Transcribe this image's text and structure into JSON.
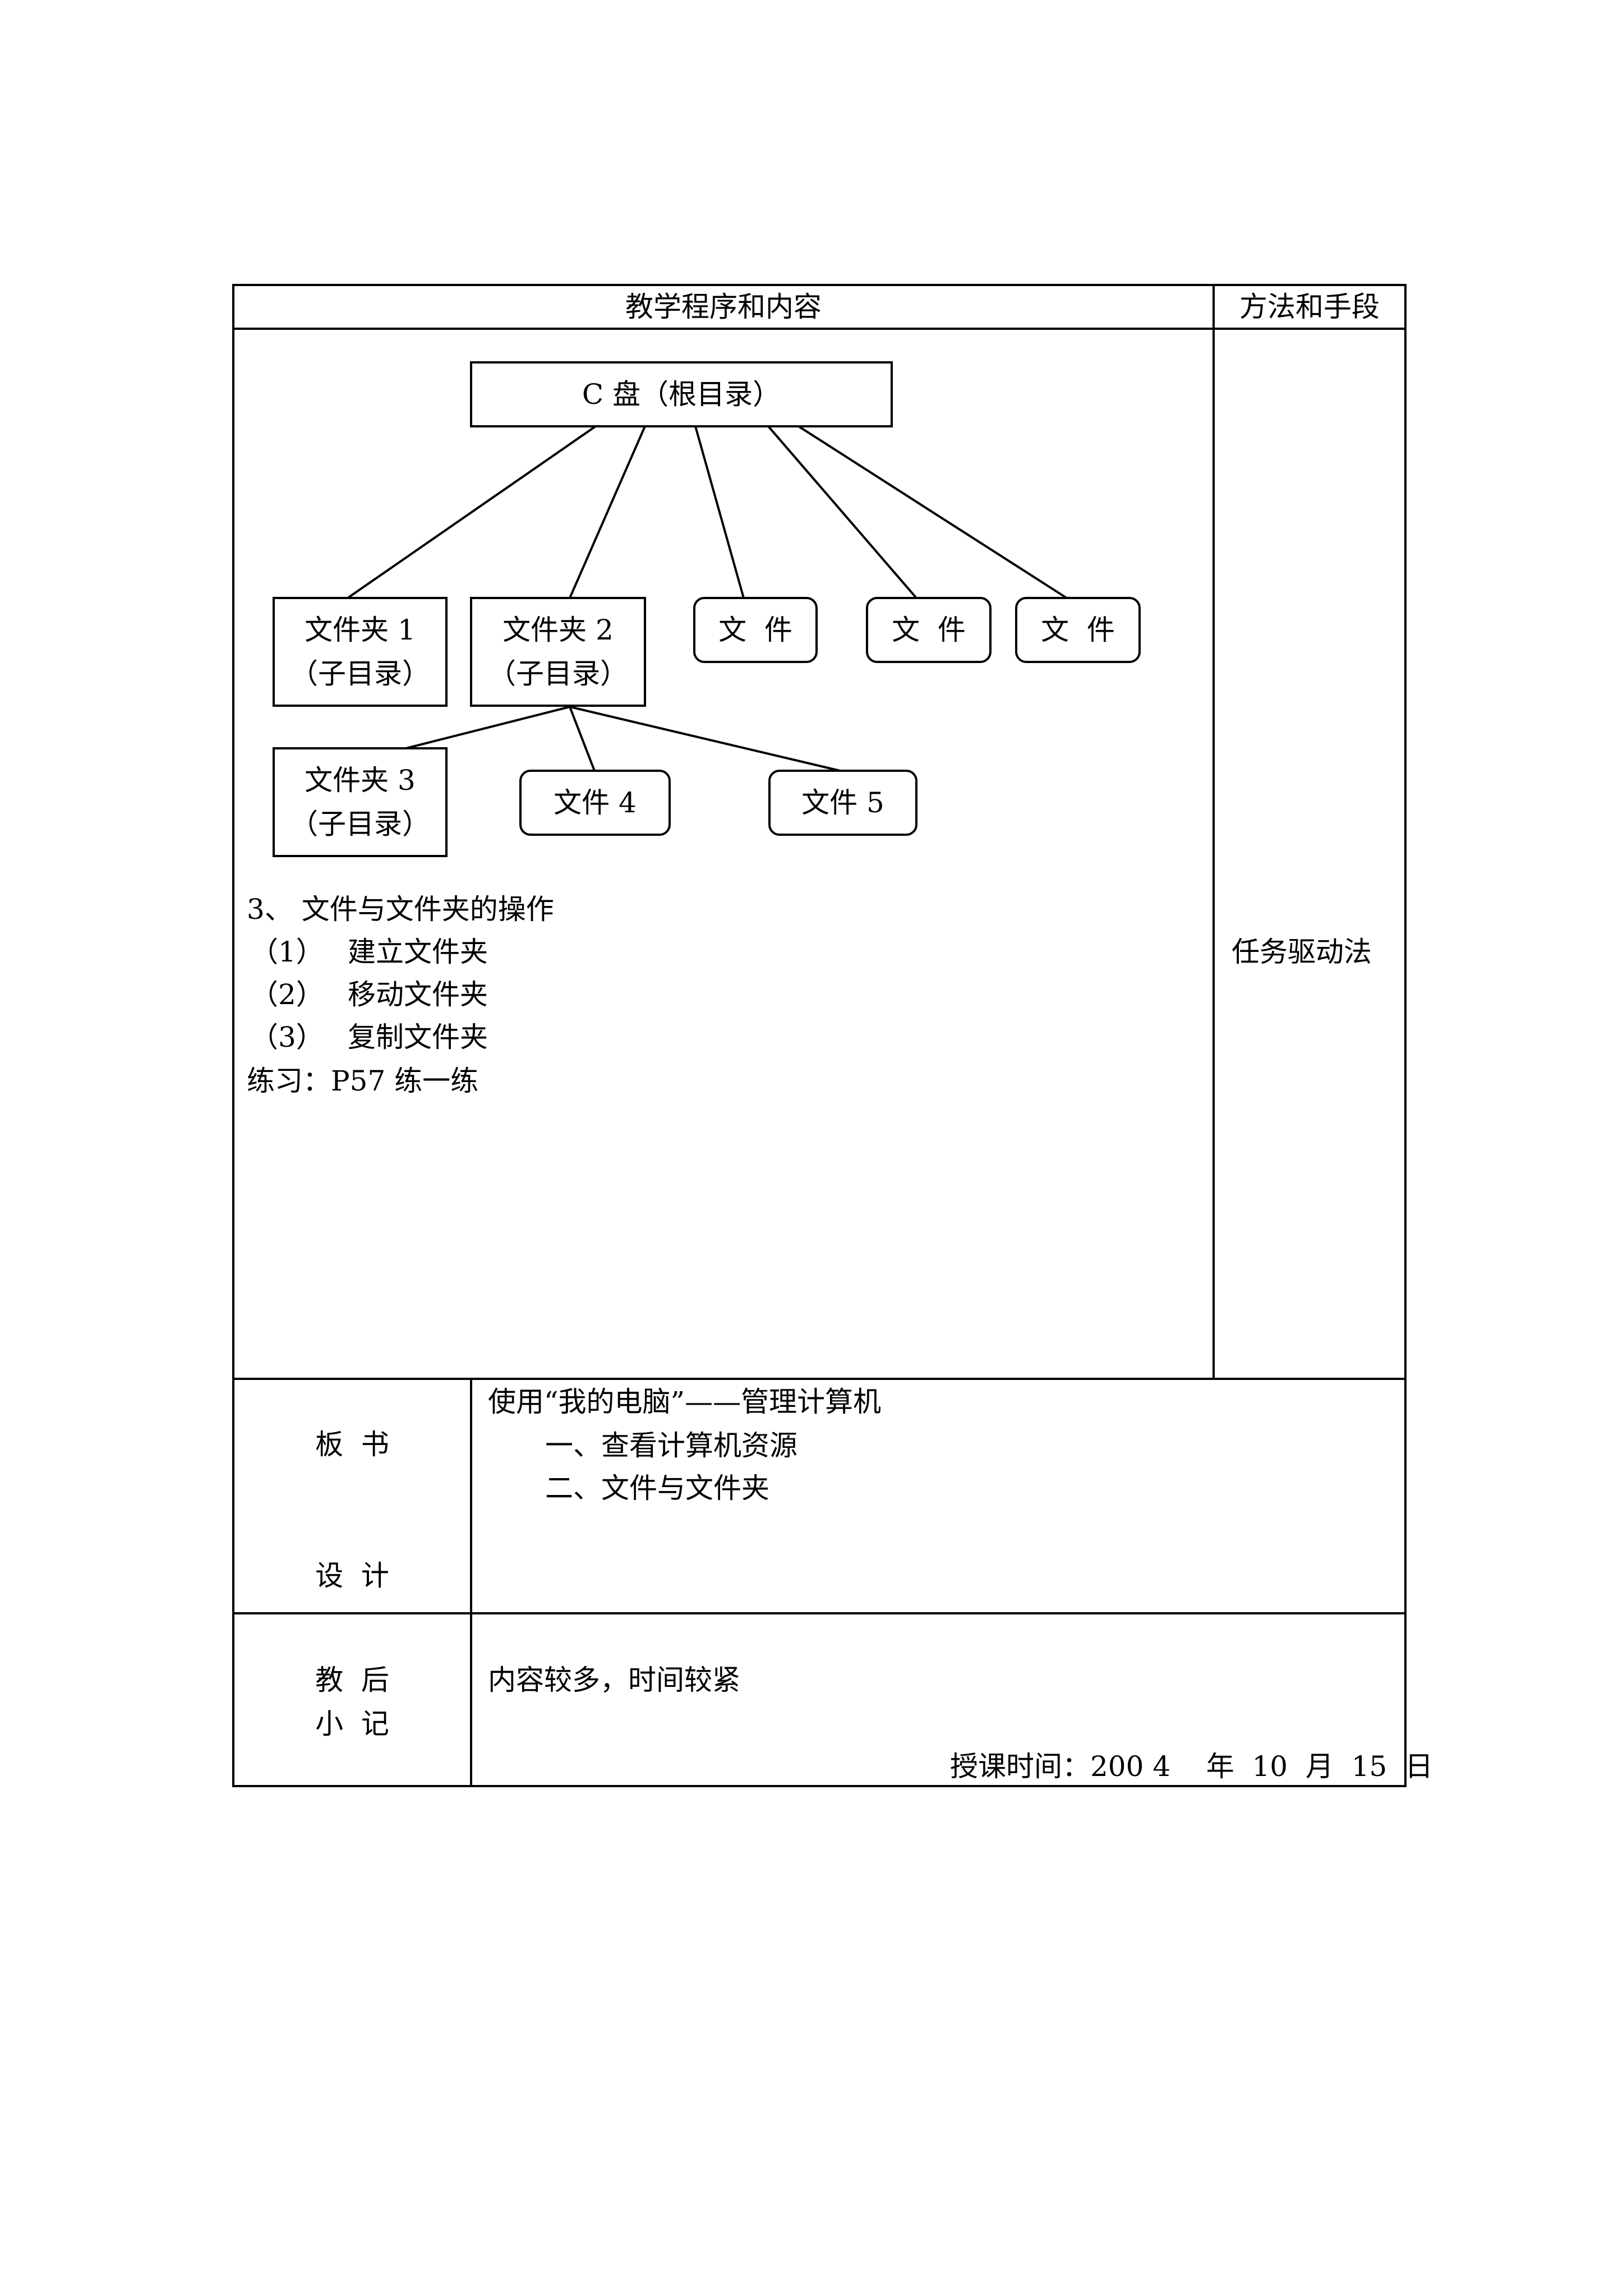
{
  "table": {
    "header_content": "教学程序和内容",
    "header_method": "方法和手段",
    "method_text": "任务驱动法"
  },
  "diagram": {
    "root": "C 盘（根目录）",
    "folder1": {
      "name": "文件夹 1",
      "sub": "（子目录）"
    },
    "folder2": {
      "name": "文件夹 2",
      "sub": "（子目录）"
    },
    "file_a": "文  件",
    "file_b": "文  件",
    "file_c": "文  件",
    "folder3": {
      "name": "文件夹 3",
      "sub": "（子目录）"
    },
    "file4": "文件 4",
    "file5": "文件 5"
  },
  "content": {
    "section_title": "3、 文件与文件夹的操作",
    "ops": [
      {
        "num": "（1）",
        "text": "建立文件夹"
      },
      {
        "num": "（2）",
        "text": "移动文件夹"
      },
      {
        "num": "（3）",
        "text": "复制文件夹"
      }
    ],
    "exercise": "练习：P57 练一练"
  },
  "board": {
    "label_top": "板  书",
    "label_bottom": "设  计",
    "line1": "使用“我的电脑”——管理计算机",
    "line2": "一、查看计算机资源",
    "line3": "二、文件与文件夹"
  },
  "notes": {
    "label_top": "教  后",
    "label_bottom": "小  记",
    "text": "内容较多，时间较紧",
    "date": "授课时间：200 4    年  10  月  15  日"
  }
}
